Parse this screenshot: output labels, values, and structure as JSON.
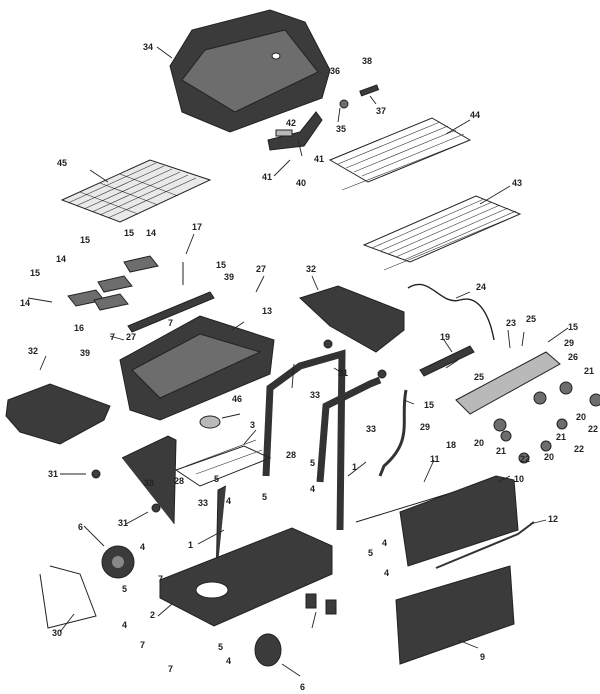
{
  "diagram": {
    "labels": {
      "n1": "1",
      "n2": "2",
      "n3": "3",
      "n4": "4",
      "n5": "5",
      "n6": "6",
      "n7": "7",
      "n9": "9",
      "n10": "10",
      "n11": "11",
      "n12": "12",
      "n13": "13",
      "n14": "14",
      "n15": "15",
      "n16": "16",
      "n17": "17",
      "n18": "18",
      "n19": "19",
      "n20": "20",
      "n21": "21",
      "n22": "22",
      "n23": "23",
      "n24": "24",
      "n25": "25",
      "n26": "26",
      "n27": "27",
      "n28": "28",
      "n29": "29",
      "n30": "30",
      "n31": "31",
      "n32": "32",
      "n33": "33",
      "n34": "34",
      "n35": "35",
      "n36": "36",
      "n37": "37",
      "n38": "38",
      "n39": "39",
      "n40": "40",
      "n41": "41",
      "n42": "42",
      "n43": "43",
      "n44": "44",
      "n45": "45",
      "n46": "46"
    }
  }
}
